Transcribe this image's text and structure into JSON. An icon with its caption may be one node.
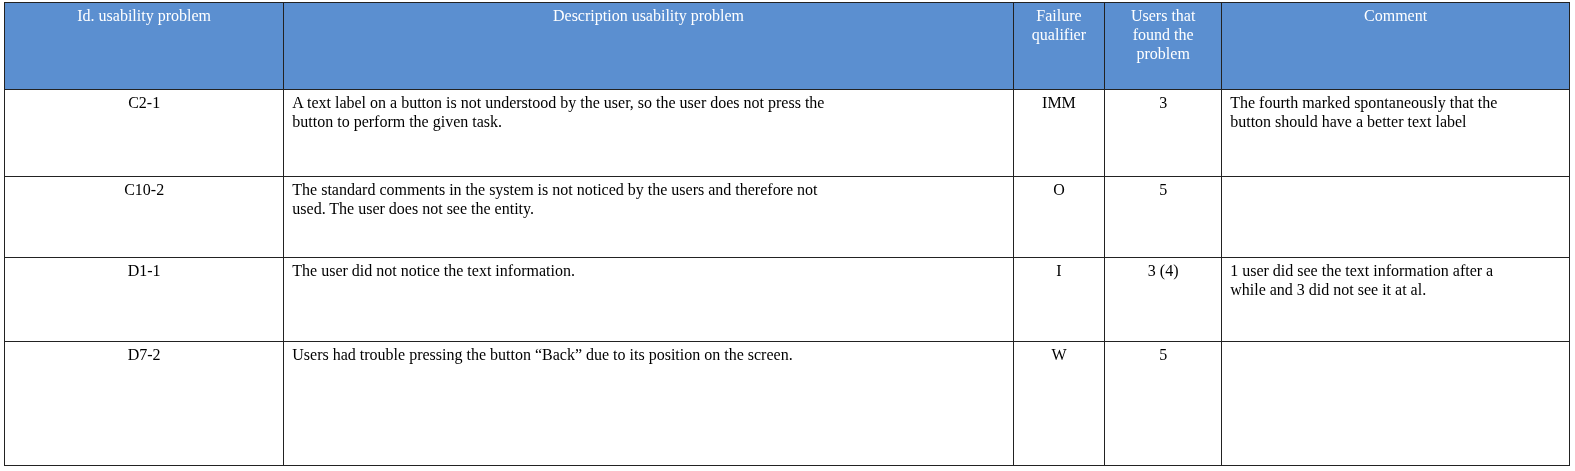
{
  "diagram": {
    "labels": [
      "Id. usability problem",
      "Description usability problem",
      "Failure qualifier",
      "Users that found the problem",
      "Comment",
      "C2-1",
      "A text label on a button is not understood by the user, so the user does not press the button to perform the given task.",
      "IMM",
      "3",
      "The fourth marked spontaneously that the button should have a better text label",
      "C10-2",
      "The standard comments in the system is not noticed by the users and therefore not used. The user does not see the entity.",
      "O",
      "5",
      "D1-1",
      "The user did not notice the text information.",
      "I",
      "3 (4)",
      "1 user did see the text information after a while and 3 did not see it at al.",
      "D7-2",
      "Users had trouble pressing the button “Back” due to its position on the screen.",
      "W",
      "5"
    ]
  }
}
